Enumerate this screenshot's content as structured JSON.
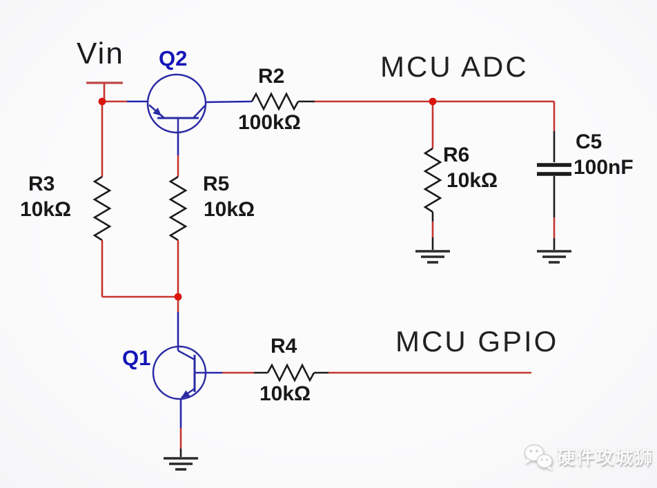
{
  "labels": {
    "vin": "Vin",
    "mcu_adc": "MCU ADC",
    "mcu_gpio": "MCU GPIO"
  },
  "components": {
    "q2": {
      "ref": "Q2",
      "type": "PNP transistor"
    },
    "q1": {
      "ref": "Q1",
      "type": "NPN transistor"
    },
    "r2": {
      "ref": "R2",
      "value": "100kΩ"
    },
    "r3": {
      "ref": "R3",
      "value": "10kΩ"
    },
    "r5": {
      "ref": "R5",
      "value": "10kΩ"
    },
    "r6": {
      "ref": "R6",
      "value": "10kΩ"
    },
    "r4": {
      "ref": "R4",
      "value": "10kΩ"
    },
    "c5": {
      "ref": "C5",
      "value": "100nF"
    }
  },
  "colors": {
    "wire_red": "#c5352e",
    "wire_blue": "#2626ab",
    "wire_black": "#1b1b1d",
    "junction_red": "#da150d",
    "component_blue": "#2b2ba4",
    "label_blue": "#1414b8",
    "text_black": "#19191b"
  },
  "watermark": {
    "icon": "wechat-icon",
    "text": "硬件攻城狮"
  }
}
